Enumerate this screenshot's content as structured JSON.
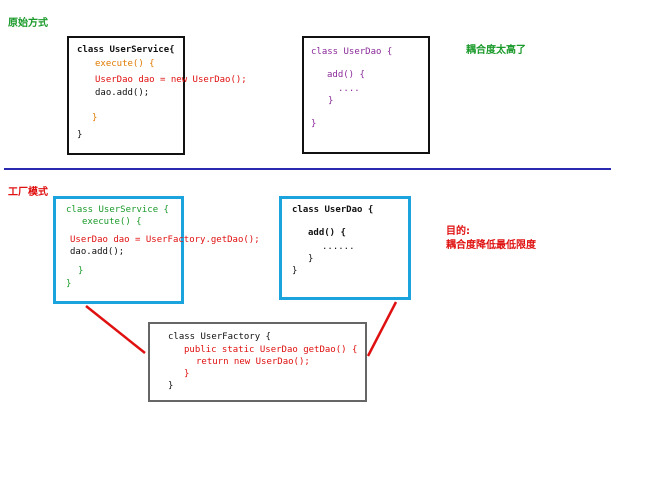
{
  "section1": {
    "label": "原始方式",
    "note": "耦合度太高了",
    "service": {
      "l1": "class UserService{",
      "l2": "execute() {",
      "l3": "UserDao dao = new UserDao();",
      "l4": "dao.add();",
      "l5": "}",
      "l6": "}"
    },
    "dao": {
      "l1": "class UserDao {",
      "l2": "add() {",
      "l3": "....",
      "l4": "}",
      "l5": "}"
    }
  },
  "section2": {
    "label": "工厂模式",
    "goal_title": "目的:",
    "goal_text": "耦合度降低最低限度",
    "service": {
      "l1": "class UserService {",
      "l2": "execute() {",
      "l3": "UserDao dao = UserFactory.getDao();",
      "l4": "dao.add();",
      "l5": "}",
      "l6": "}"
    },
    "dao": {
      "l1": "class UserDao {",
      "l2": "add() {",
      "l3": "......",
      "l4": "}",
      "l5": "}"
    },
    "factory": {
      "l1": "class UserFactory {",
      "l2": "public static UserDao getDao() {",
      "l3": "return new UserDao();",
      "l4": "}",
      "l5": "}"
    }
  },
  "colors": {
    "divider": "#2a2ab0",
    "blue_box": "#1aa3dc",
    "connector": "#e01010",
    "label_green": "#1a9a2a"
  }
}
